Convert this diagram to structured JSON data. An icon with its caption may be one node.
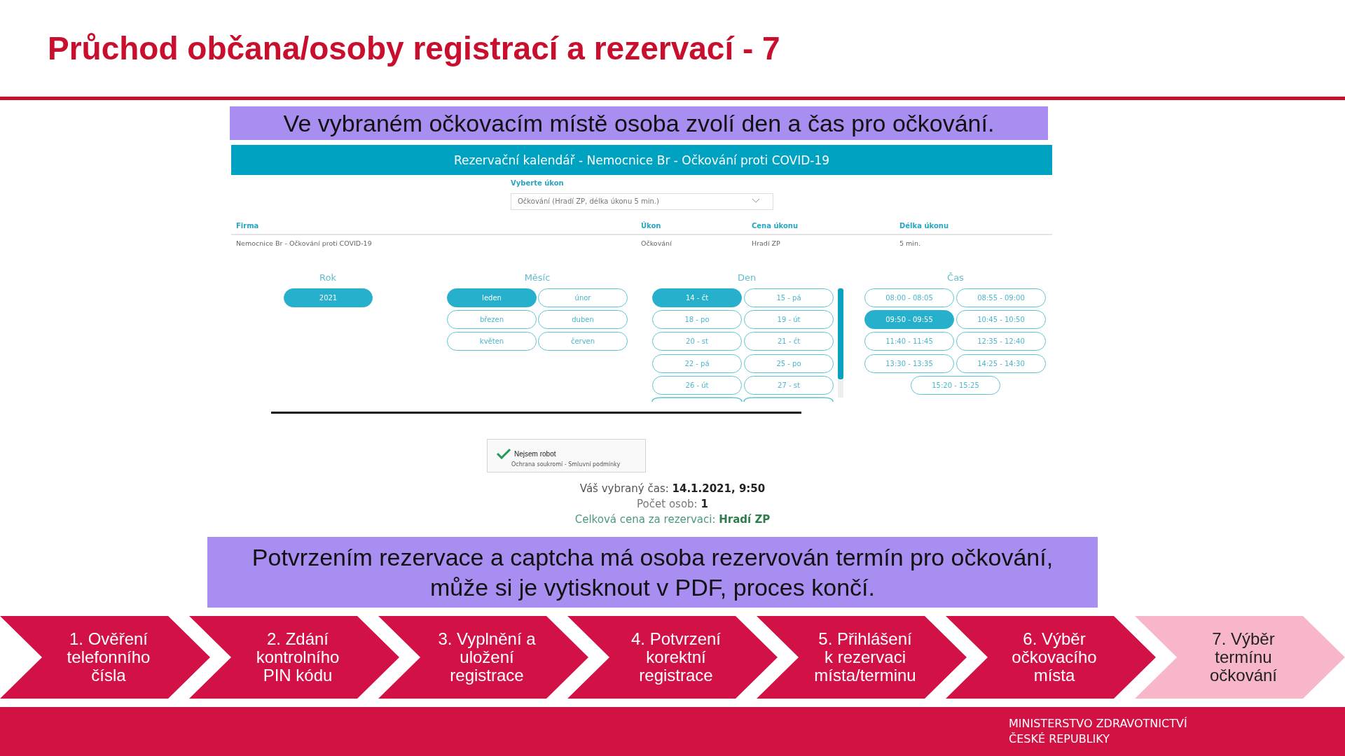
{
  "diagram": {
    "title": "Průchod občana/osoby registrací a rezervací - 7",
    "nodes": [
      {
        "text": [
          "Ve vybraném očkovacím místě osoba zvolí den a čas pro očkování."
        ]
      },
      {
        "text": [
          "Potvrzením rezervace a captcha má osoba rezervován termín pro očkování, může si je vytisknout v PDF, proces končí."
        ]
      },
      {
        "text": [
          "1. Ověření telefonního čísla"
        ]
      },
      {
        "text": [
          "2. Zdání kontrolního PIN kódu"
        ]
      },
      {
        "text": [
          "3. Vyplnění  a uložení registrace"
        ]
      },
      {
        "text": [
          "4. Potvrzení korektní registrace"
        ]
      },
      {
        "text": [
          "5. Přihlášení k rezervaci místa/terminu"
        ]
      },
      {
        "text": [
          "6. Výběr očkovacího místa"
        ]
      },
      {
        "text": [
          "7. Výběr termínu očkování"
        ]
      }
    ],
    "labels": [
      "Rezervační kalendář - Nemocnice Br - Očkování proti COVID-19",
      "Vyberte úkon",
      "Očkování (Hradí ZP, délka úkonu 5 min.)",
      "Firma",
      "Úkon",
      "Cena úkonu",
      "Délka úkonu",
      "Nemocnice Br - Očkování proti COVID-19",
      "Očkování",
      "Hradí ZP",
      "5 min.",
      "Rok",
      "Měsíc",
      "Den",
      "Čas",
      "2021",
      "leden",
      "únor",
      "březen",
      "duben",
      "květen",
      "červen",
      "14 - čt",
      "15 - pá",
      "18 - po",
      "19 - út",
      "20 - st",
      "21 - čt",
      "22 - pá",
      "25 - po",
      "26 - út",
      "27 - st",
      "08:00 - 08:05",
      "08:55 - 09:00",
      "09:50 - 09:55",
      "10:45 - 10:50",
      "11:40 - 11:45",
      "12:35 - 12:40",
      "13:30 - 13:35",
      "14:25 - 14:30",
      "15:20 - 15:25",
      "Nejsem robot",
      "Ochrana soukromí - Smluvní podmínky",
      "Váš vybraný čas: **14.1.2021, 9:50**",
      "Počet osob: **1**",
      "Celková cena za rezervaci: **Hradí ZP**",
      "MINISTERSTVO ZDRAVOTNICTVÍ ČESKÉ REPUBLIKY"
    ]
  }
}
